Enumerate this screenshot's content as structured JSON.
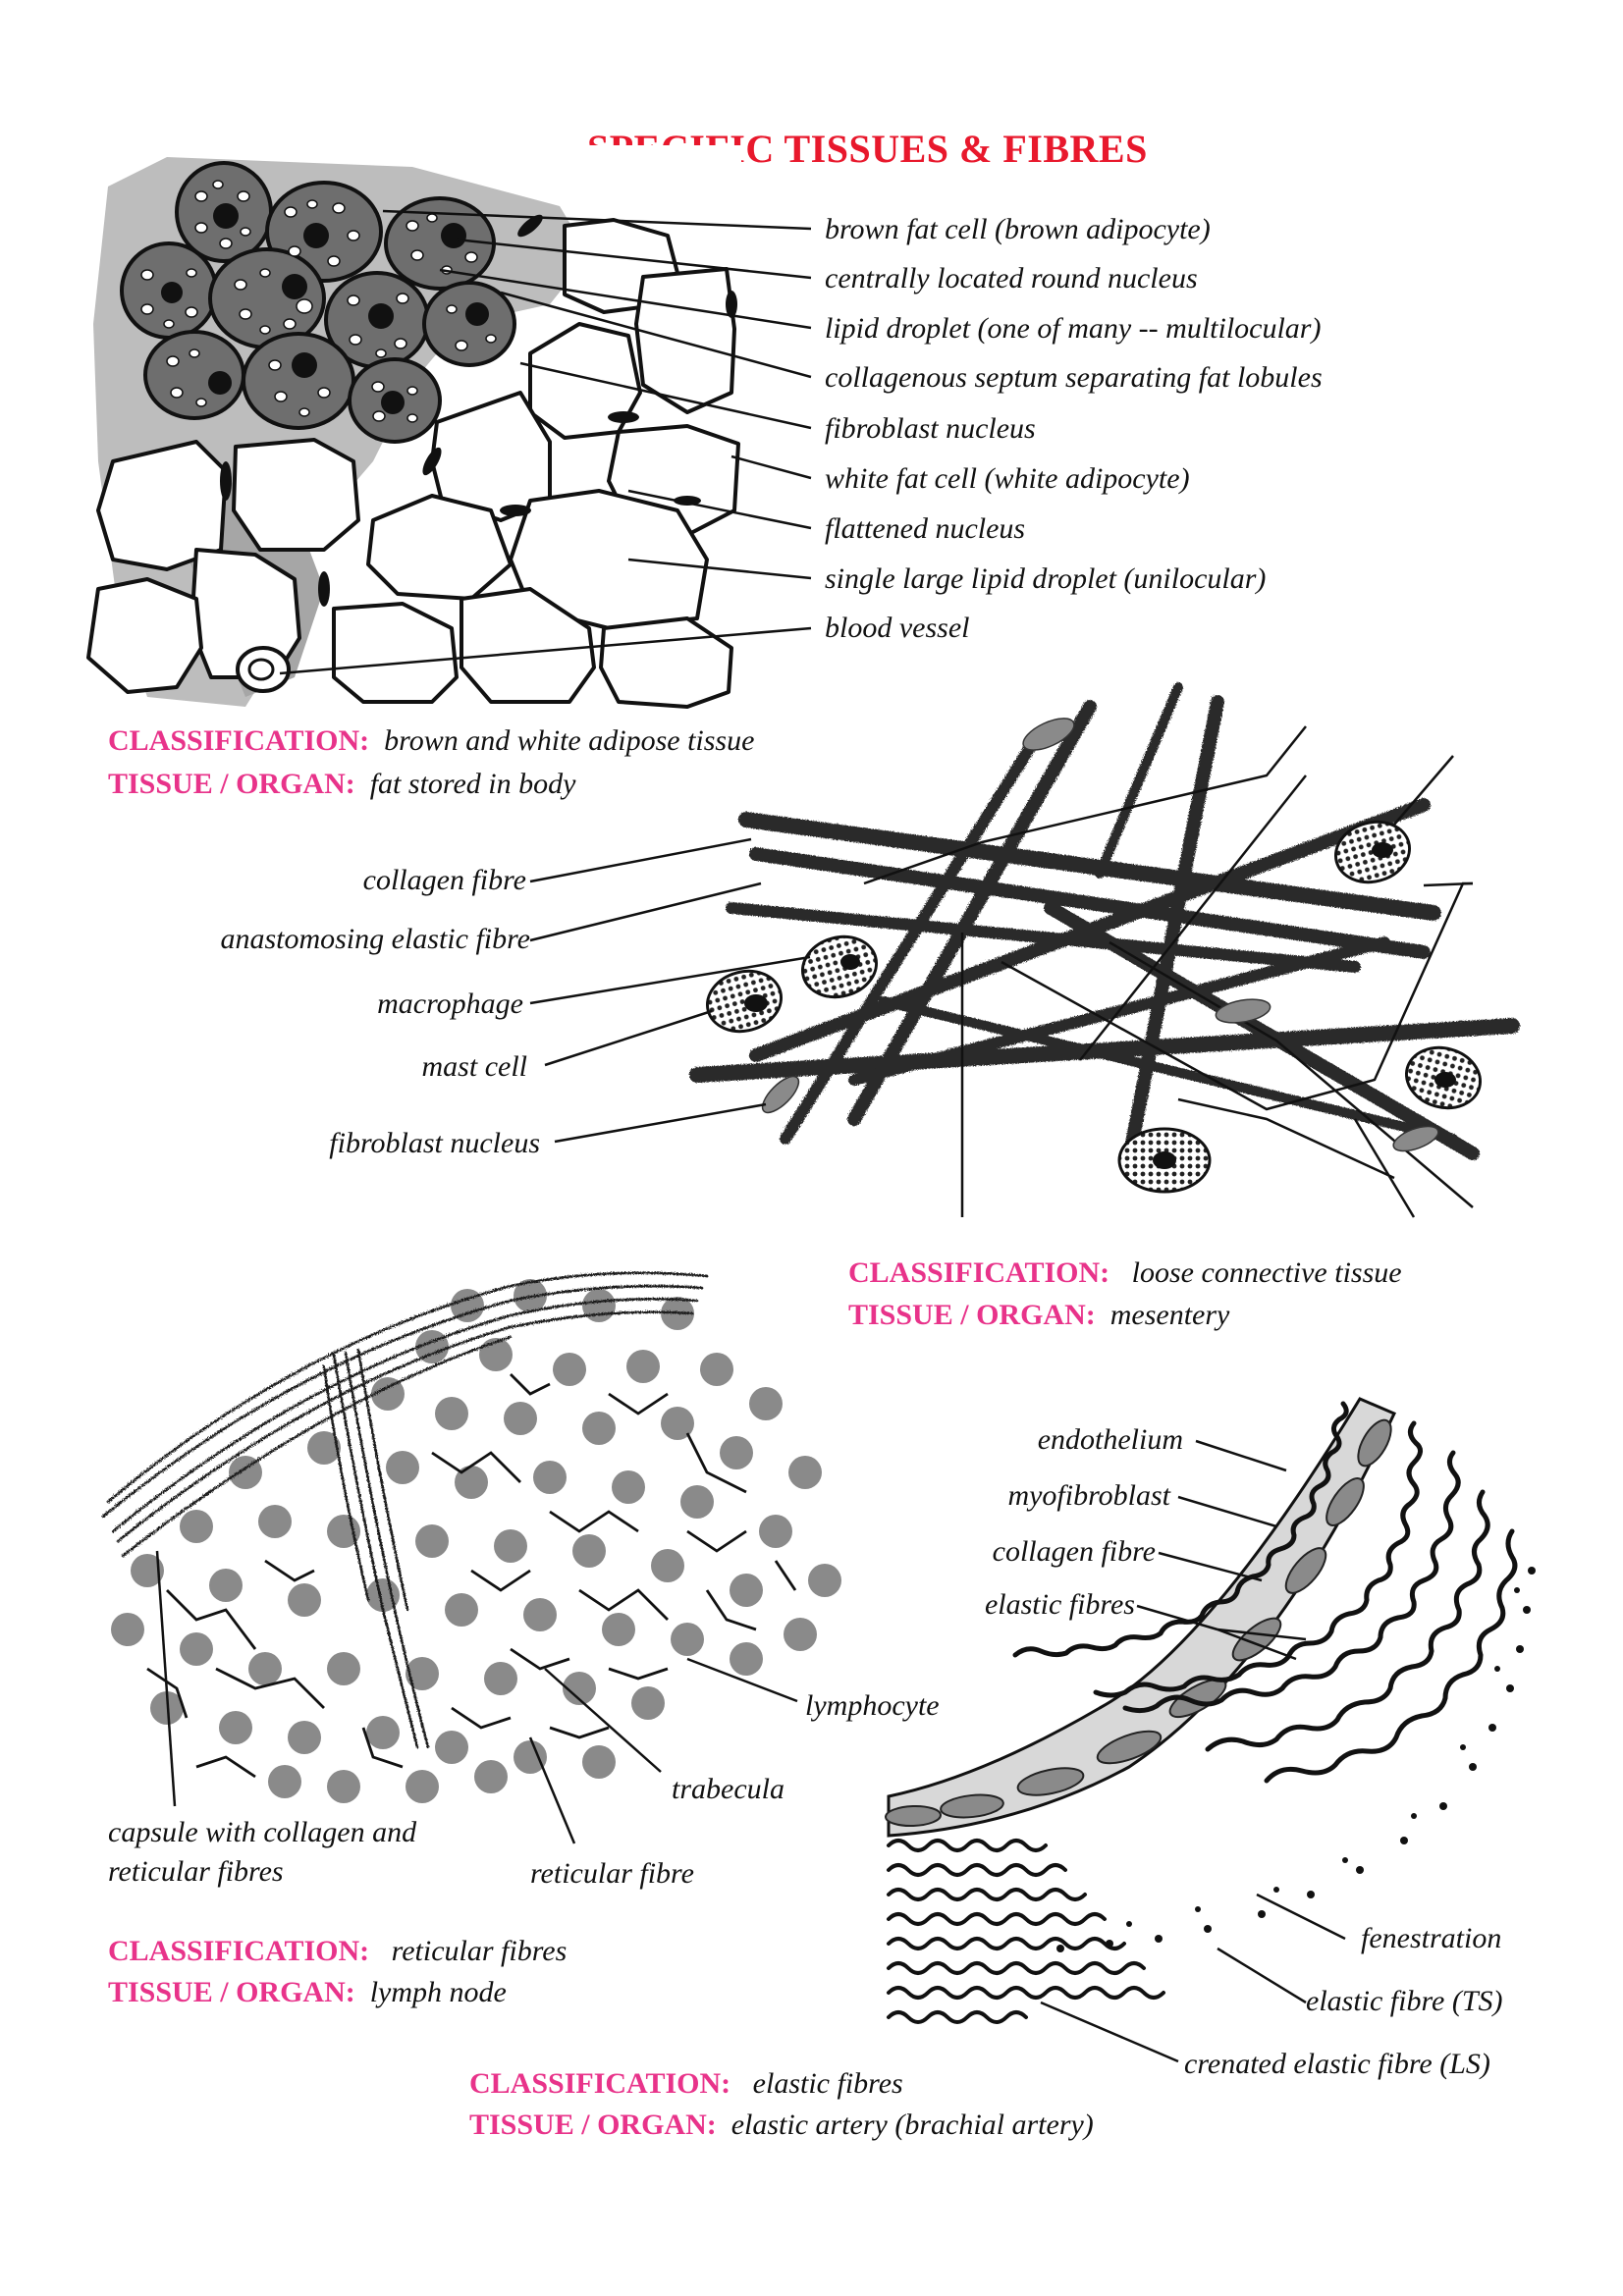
{
  "title": "SPECIFIC TISSUES  &  FIBRES",
  "colors": {
    "title": "#e8182c",
    "classification_key": "#e8338a",
    "stain_grey": "#7a7a7a"
  },
  "panels": {
    "adipose": {
      "labels": [
        "brown fat cell (brown adipocyte)",
        "centrally located round nucleus",
        "lipid droplet (one of many -- multilocular)",
        "collagenous septum separating fat lobules",
        "fibroblast nucleus",
        "white fat cell (white adipocyte)",
        "flattened nucleus",
        "single large lipid droplet (unilocular)",
        "blood vessel"
      ],
      "classification_key": "CLASSIFICATION:",
      "classification_value": "brown and white adipose tissue",
      "organ_key": "TISSUE / ORGAN:",
      "organ_value": "fat stored in body"
    },
    "loose": {
      "labels": [
        "collagen fibre",
        "anastomosing elastic fibre",
        "macrophage",
        "mast cell",
        "fibroblast nucleus"
      ],
      "classification_key": "CLASSIFICATION:",
      "classification_value": "loose connective tissue",
      "organ_key": "TISSUE / ORGAN:",
      "organ_value": "mesentery"
    },
    "reticular": {
      "labels": {
        "lymphocyte": "lymphocyte",
        "trabecula": "trabecula",
        "capsule_line1": "capsule with collagen and",
        "capsule_line2": "reticular fibres",
        "reticular_fibre": "reticular fibre"
      },
      "classification_key": "CLASSIFICATION:",
      "classification_value": "reticular fibres",
      "organ_key": "TISSUE / ORGAN:",
      "organ_value": "lymph node"
    },
    "elastic": {
      "labels": {
        "endothelium": "endothelium",
        "myofibroblast": "myofibroblast",
        "collagen_fibre": "collagen fibre",
        "elastic_fibres": "elastic fibres",
        "fenestration": "fenestration",
        "elastic_fibre_ts": "elastic fibre (TS)",
        "crenated": "crenated elastic fibre (LS)"
      },
      "classification_key": "CLASSIFICATION:",
      "classification_value": "elastic fibres",
      "organ_key": "TISSUE / ORGAN:",
      "organ_value": "elastic artery (brachial artery)"
    }
  }
}
